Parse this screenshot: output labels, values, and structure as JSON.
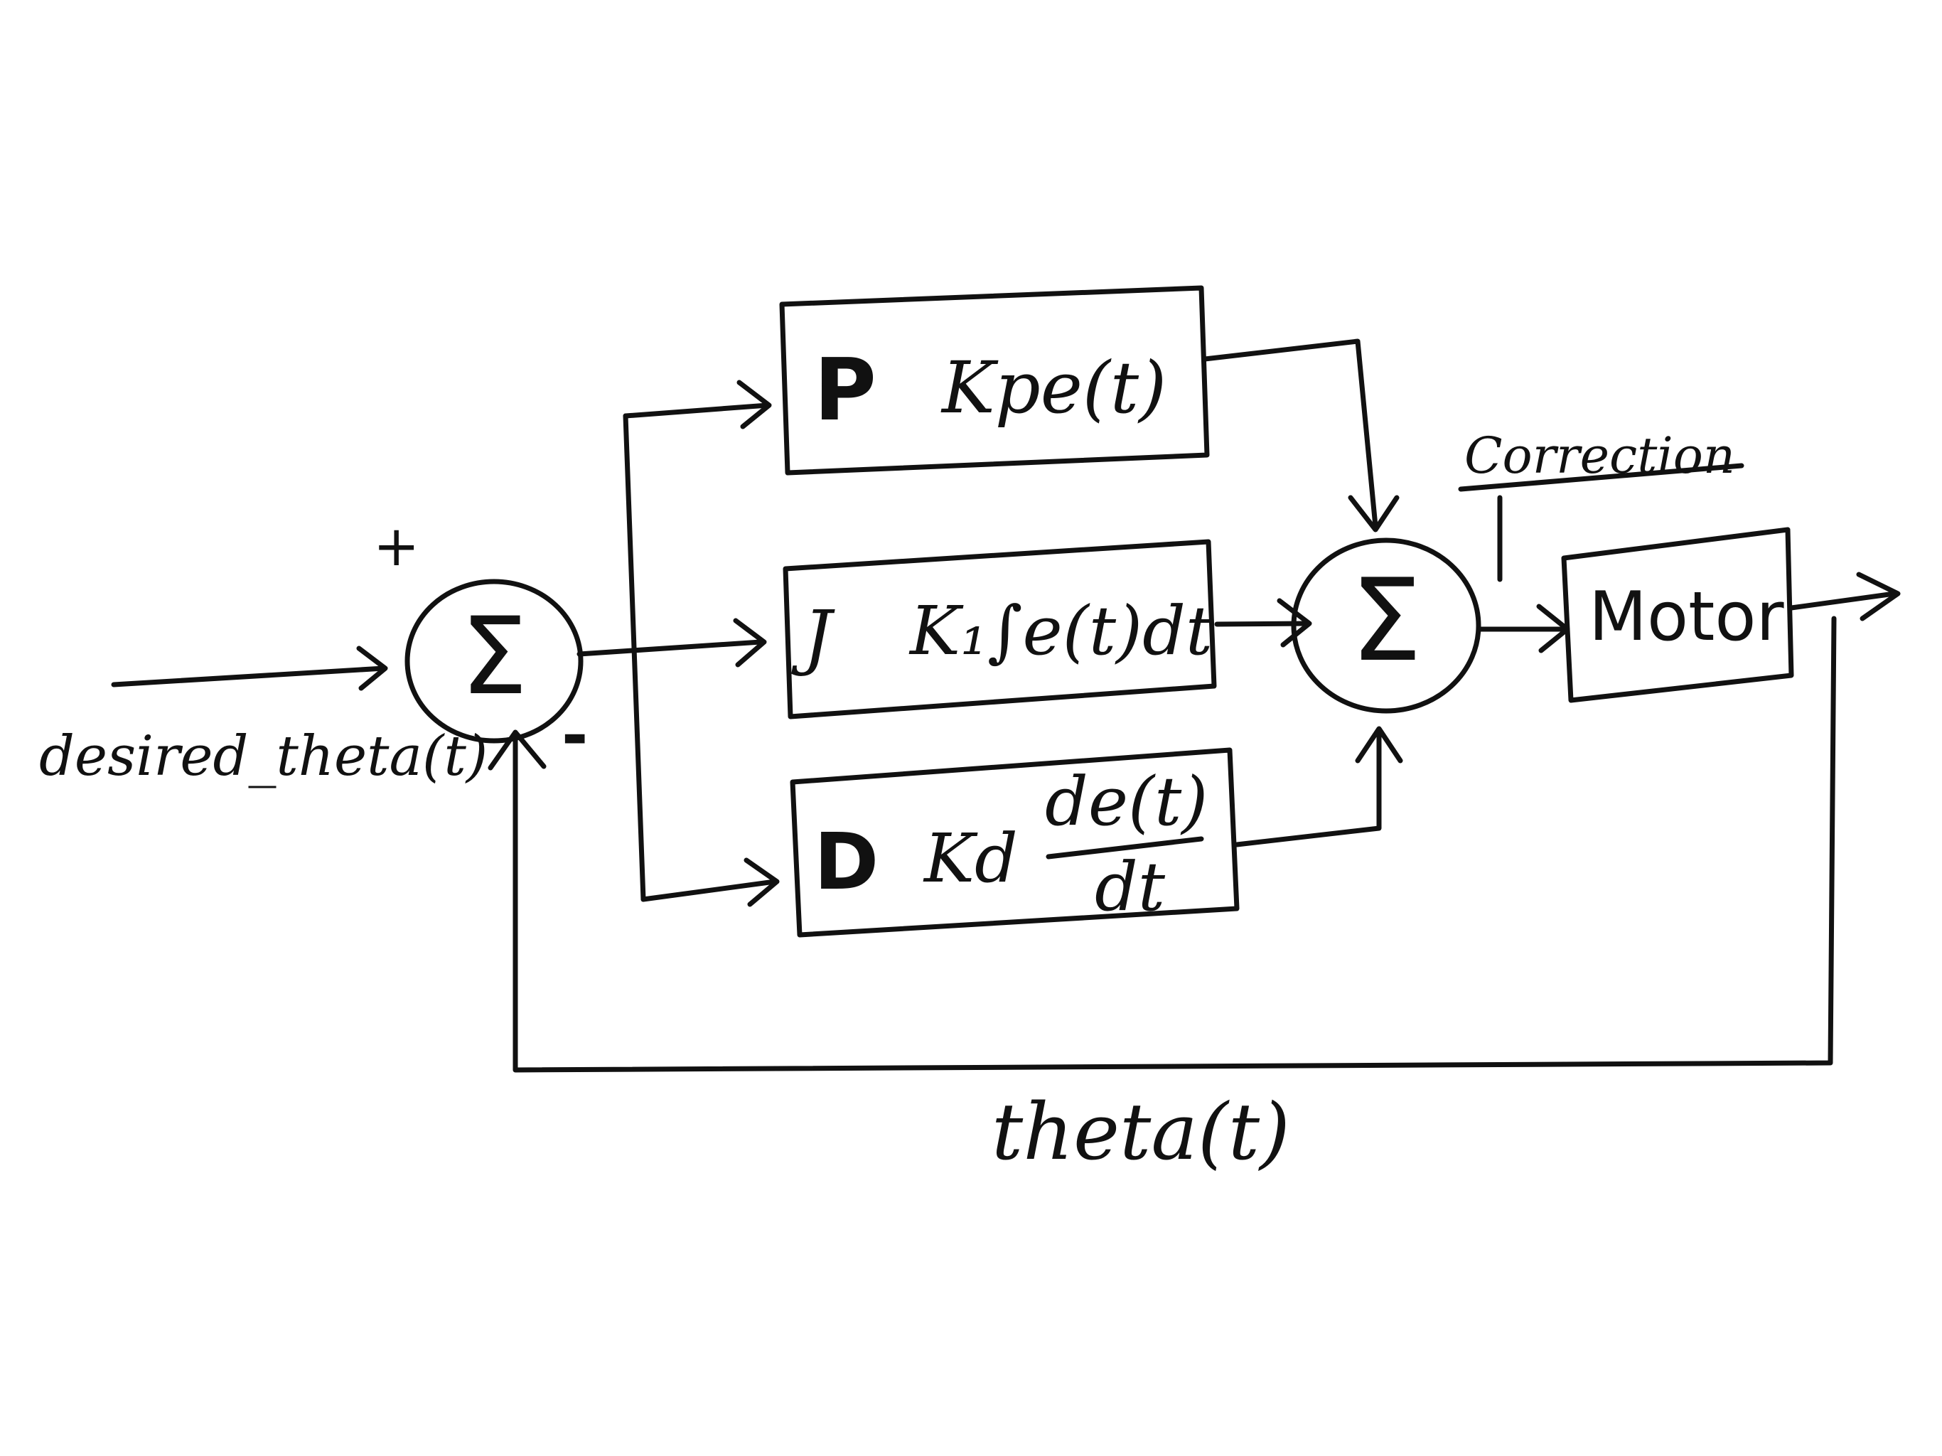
{
  "colors": {
    "ink": "#111111",
    "paper": "#ffffff"
  },
  "input": {
    "label": "desired_theta(t)",
    "plus_sign": "+",
    "minus_sign": "-"
  },
  "summing_junctions": {
    "error_symbol": "Σ",
    "output_symbol": "Σ"
  },
  "blocks": {
    "proportional": {
      "letter": "P",
      "formula": "Kpe(t)"
    },
    "integral": {
      "letter": "J",
      "formula": "K₁∫e(t)dt"
    },
    "derivative": {
      "letter": "D",
      "gain": "Kd",
      "numerator": "de(t)",
      "denominator": "dt"
    },
    "motor": {
      "label": "Motor"
    }
  },
  "annotations": {
    "correction": "Correction",
    "feedback": "theta(t)"
  }
}
